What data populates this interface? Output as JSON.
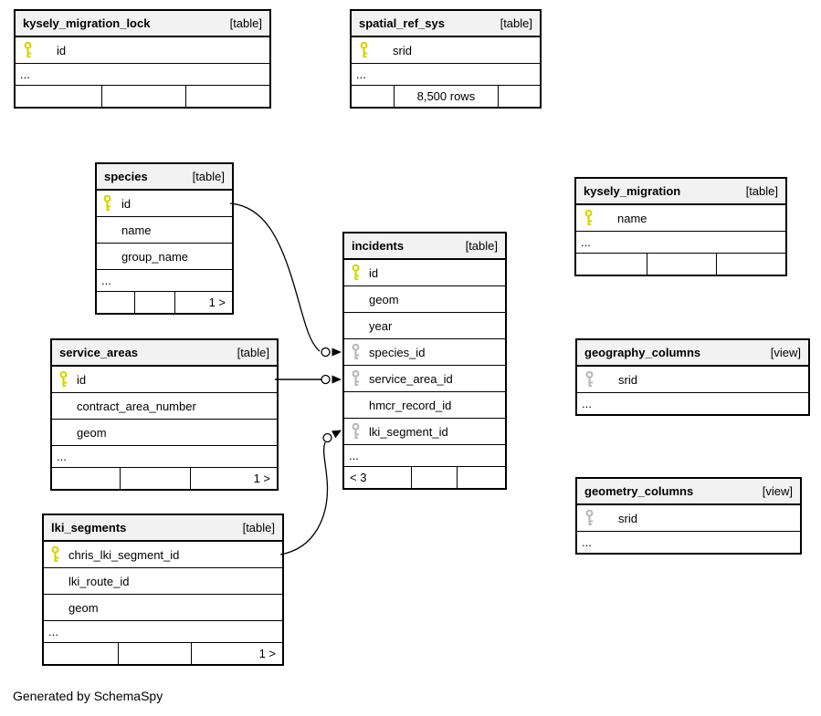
{
  "footer_note": "Generated by SchemaSpy",
  "colors": {
    "primary_key_icon": "#d6d600",
    "foreign_key_icon": "#b9b9b9",
    "header_bg": "#f2f2f2",
    "border": "#000000"
  },
  "tables": [
    {
      "name": "kysely_migration_lock",
      "type_label": "[table]",
      "columns": [
        {
          "name": "id",
          "key": "primary"
        }
      ],
      "more_columns": "...",
      "footer": [
        "",
        "",
        ""
      ]
    },
    {
      "name": "spatial_ref_sys",
      "type_label": "[table]",
      "columns": [
        {
          "name": "srid",
          "key": "primary"
        }
      ],
      "more_columns": "...",
      "footer": [
        "",
        "8,500 rows",
        ""
      ]
    },
    {
      "name": "species",
      "type_label": "[table]",
      "columns": [
        {
          "name": "id",
          "key": "primary"
        },
        {
          "name": "name"
        },
        {
          "name": "group_name"
        }
      ],
      "more_columns": "...",
      "footer": [
        "",
        "",
        "1 >"
      ]
    },
    {
      "name": "kysely_migration",
      "type_label": "[table]",
      "columns": [
        {
          "name": "name",
          "key": "primary"
        }
      ],
      "more_columns": "...",
      "footer": [
        "",
        "",
        ""
      ]
    },
    {
      "name": "incidents",
      "type_label": "[table]",
      "columns": [
        {
          "name": "id",
          "key": "primary"
        },
        {
          "name": "geom"
        },
        {
          "name": "year"
        },
        {
          "name": "species_id",
          "key": "foreign"
        },
        {
          "name": "service_area_id",
          "key": "foreign"
        },
        {
          "name": "hmcr_record_id"
        },
        {
          "name": "lki_segment_id",
          "key": "foreign"
        }
      ],
      "more_columns": "...",
      "footer": [
        "< 3",
        "",
        ""
      ]
    },
    {
      "name": "service_areas",
      "type_label": "[table]",
      "columns": [
        {
          "name": "id",
          "key": "primary"
        },
        {
          "name": "contract_area_number"
        },
        {
          "name": "geom"
        }
      ],
      "more_columns": "...",
      "footer": [
        "",
        "",
        "1 >"
      ]
    },
    {
      "name": "geography_columns",
      "type_label": "[view]",
      "columns": [
        {
          "name": "srid",
          "key": "foreign"
        }
      ],
      "more_columns": "..."
    },
    {
      "name": "geometry_columns",
      "type_label": "[view]",
      "columns": [
        {
          "name": "srid",
          "key": "foreign"
        }
      ],
      "more_columns": "..."
    },
    {
      "name": "lki_segments",
      "type_label": "[table]",
      "columns": [
        {
          "name": "chris_lki_segment_id",
          "key": "primary"
        },
        {
          "name": "lki_route_id"
        },
        {
          "name": "geom"
        }
      ],
      "more_columns": "...",
      "footer": [
        "",
        "",
        "1 >"
      ]
    }
  ],
  "relationships": [
    {
      "from_table": "species",
      "from_column": "id",
      "to_table": "incidents",
      "to_column": "species_id"
    },
    {
      "from_table": "service_areas",
      "from_column": "id",
      "to_table": "incidents",
      "to_column": "service_area_id"
    },
    {
      "from_table": "lki_segments",
      "from_column": "chris_lki_segment_id",
      "to_table": "incidents",
      "to_column": "lki_segment_id"
    }
  ]
}
